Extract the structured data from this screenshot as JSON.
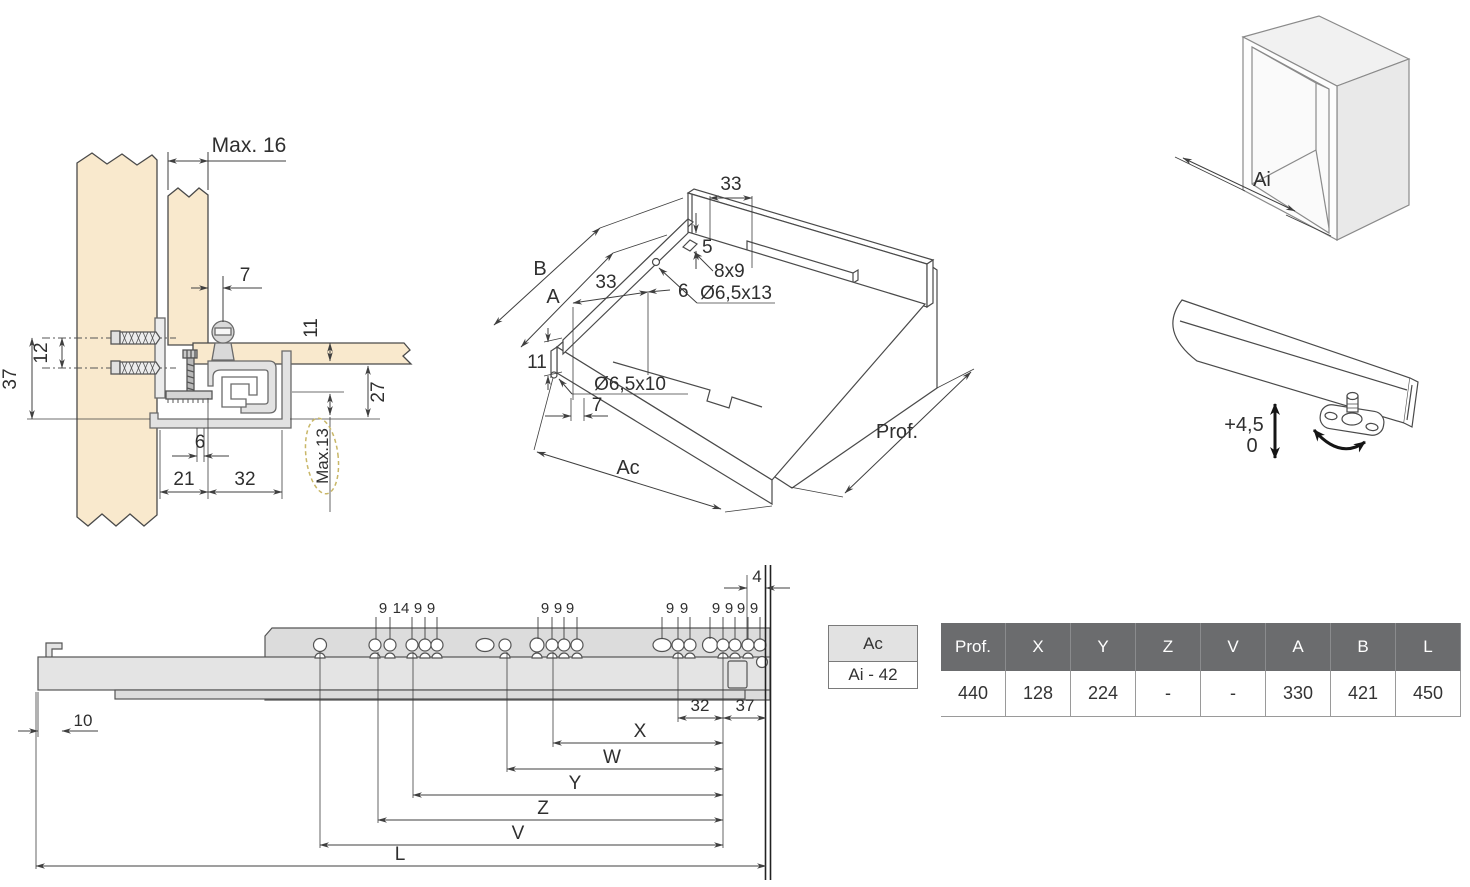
{
  "section_view": {
    "max16": "Max. 16",
    "d7": "7",
    "d11": "11",
    "d12": "12",
    "d37": "37",
    "d27": "27",
    "d6": "6",
    "d21": "21",
    "d32": "32",
    "max13": "Max.13"
  },
  "iso_drawer": {
    "d33_top": "33",
    "d5": "5",
    "slot": "8x9",
    "hole_top": "Ø6,5x13",
    "b": "B",
    "a": "A",
    "d33_left": "33",
    "d6": "6",
    "d11": "11",
    "hole_front": "Ø6,5x10",
    "d7": "7",
    "prof": "Prof.",
    "ac": "Ac"
  },
  "cabinet_box": {
    "ai": "Ai"
  },
  "rail_adjust": {
    "plus": "+4,5",
    "zero": "0"
  },
  "side_view": {
    "d4": "4",
    "d10": "10",
    "d32": "32",
    "d37": "37",
    "dim_labels": {
      "x": "X",
      "w": "W",
      "y": "Y",
      "z": "Z",
      "v": "V",
      "l": "L"
    },
    "hole_groups": [
      [
        "9",
        "14",
        "9",
        "9"
      ],
      [
        "9",
        "9",
        "9"
      ],
      [
        "9",
        "9"
      ],
      [
        "9",
        "9",
        "9",
        "9"
      ]
    ]
  },
  "tables": {
    "ac": {
      "header": "Ac",
      "value": "Ai - 42"
    },
    "dims": {
      "headers": [
        "Prof.",
        "X",
        "Y",
        "Z",
        "V",
        "A",
        "B",
        "L"
      ],
      "values": [
        "440",
        "128",
        "224",
        "-",
        "-",
        "330",
        "421",
        "450"
      ]
    }
  },
  "colors": {
    "wood": "#f9e9cd",
    "metal": "#e2e2e2",
    "line": "#3f3f3f",
    "table_header_dark": "#6b6c6e",
    "table_header_light": "#e2e2e2",
    "dashed_accent": "#c9b768"
  }
}
